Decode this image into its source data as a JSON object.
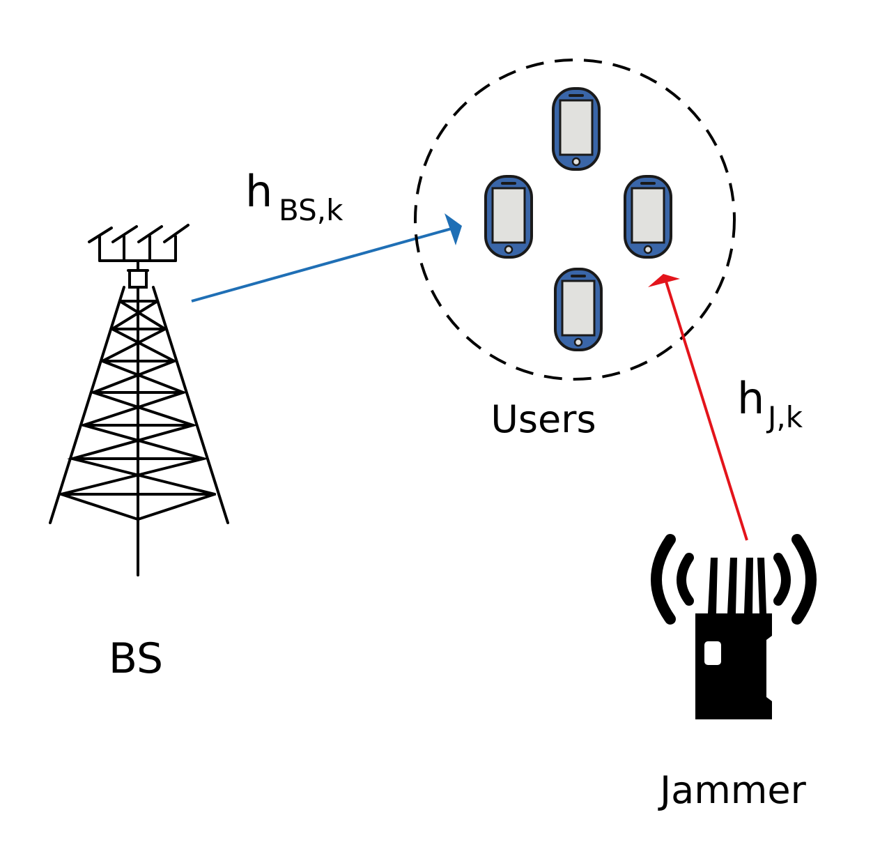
{
  "labels": {
    "bs": "BS",
    "users": "Users",
    "jammer": "Jammer"
  },
  "channels": {
    "bs_to_users": {
      "symbol": "h",
      "subscript": "BS,k",
      "color": "#1f6fb5"
    },
    "jammer_to_users": {
      "symbol": "h",
      "subscript": "J,k",
      "color": "#e3141b"
    }
  },
  "colors": {
    "phone_body": "#3a66a8",
    "phone_screen": "#e1e1de",
    "outline": "#1a1a1a",
    "jammer": "#000000"
  },
  "icons": {
    "base_station": "cell-tower-icon",
    "jammer": "jammer-icon",
    "phone": "smartphone-icon"
  }
}
